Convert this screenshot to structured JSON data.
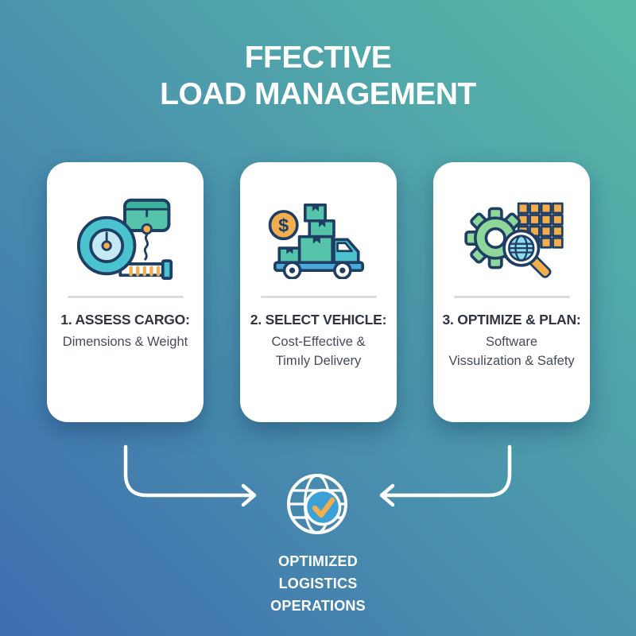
{
  "title": {
    "line1": "FFECTIVE",
    "line2": "LOAD MANAGEMENT"
  },
  "steps": [
    {
      "icon": "tape-measure-icon",
      "heading": "1. ASSESS CARGO:",
      "line1": "Dimensions & Weight",
      "line2": ""
    },
    {
      "icon": "loaded-truck-icon",
      "heading": "2. SELECT VEHICLE:",
      "line1": "Cost-Effective &",
      "line2": "Timıly Delivery"
    },
    {
      "icon": "gear-magnifier-icon",
      "heading": "3. OPTIMIZE & PLAN:",
      "line1": "Software",
      "line2": "Vissulization & Safety"
    }
  ],
  "result": {
    "icon": "globe-check-icon",
    "line1": "OPTIMIZED",
    "line2": "LOGISTICS",
    "line3": "OPERATIONS"
  },
  "coin_symbol": "$",
  "colors": {
    "gradient_top_right": "#58bba6",
    "gradient_mid": "#4a93ad",
    "gradient_bottom_left": "#3e6cb0",
    "card_bg": "#ffffff",
    "divider": "#d8dde2",
    "heading_text": "#2f3640",
    "sub_text": "#434c57",
    "navy": "#1f3e63",
    "teal": "#4ac3cf",
    "green": "#56c4ab",
    "orange": "#f2ae4e",
    "lightblue": "#c4e9f5",
    "skyblue": "#4aa9d9",
    "checkblue": "#3ba1d6",
    "arrow": "#ffffff"
  }
}
